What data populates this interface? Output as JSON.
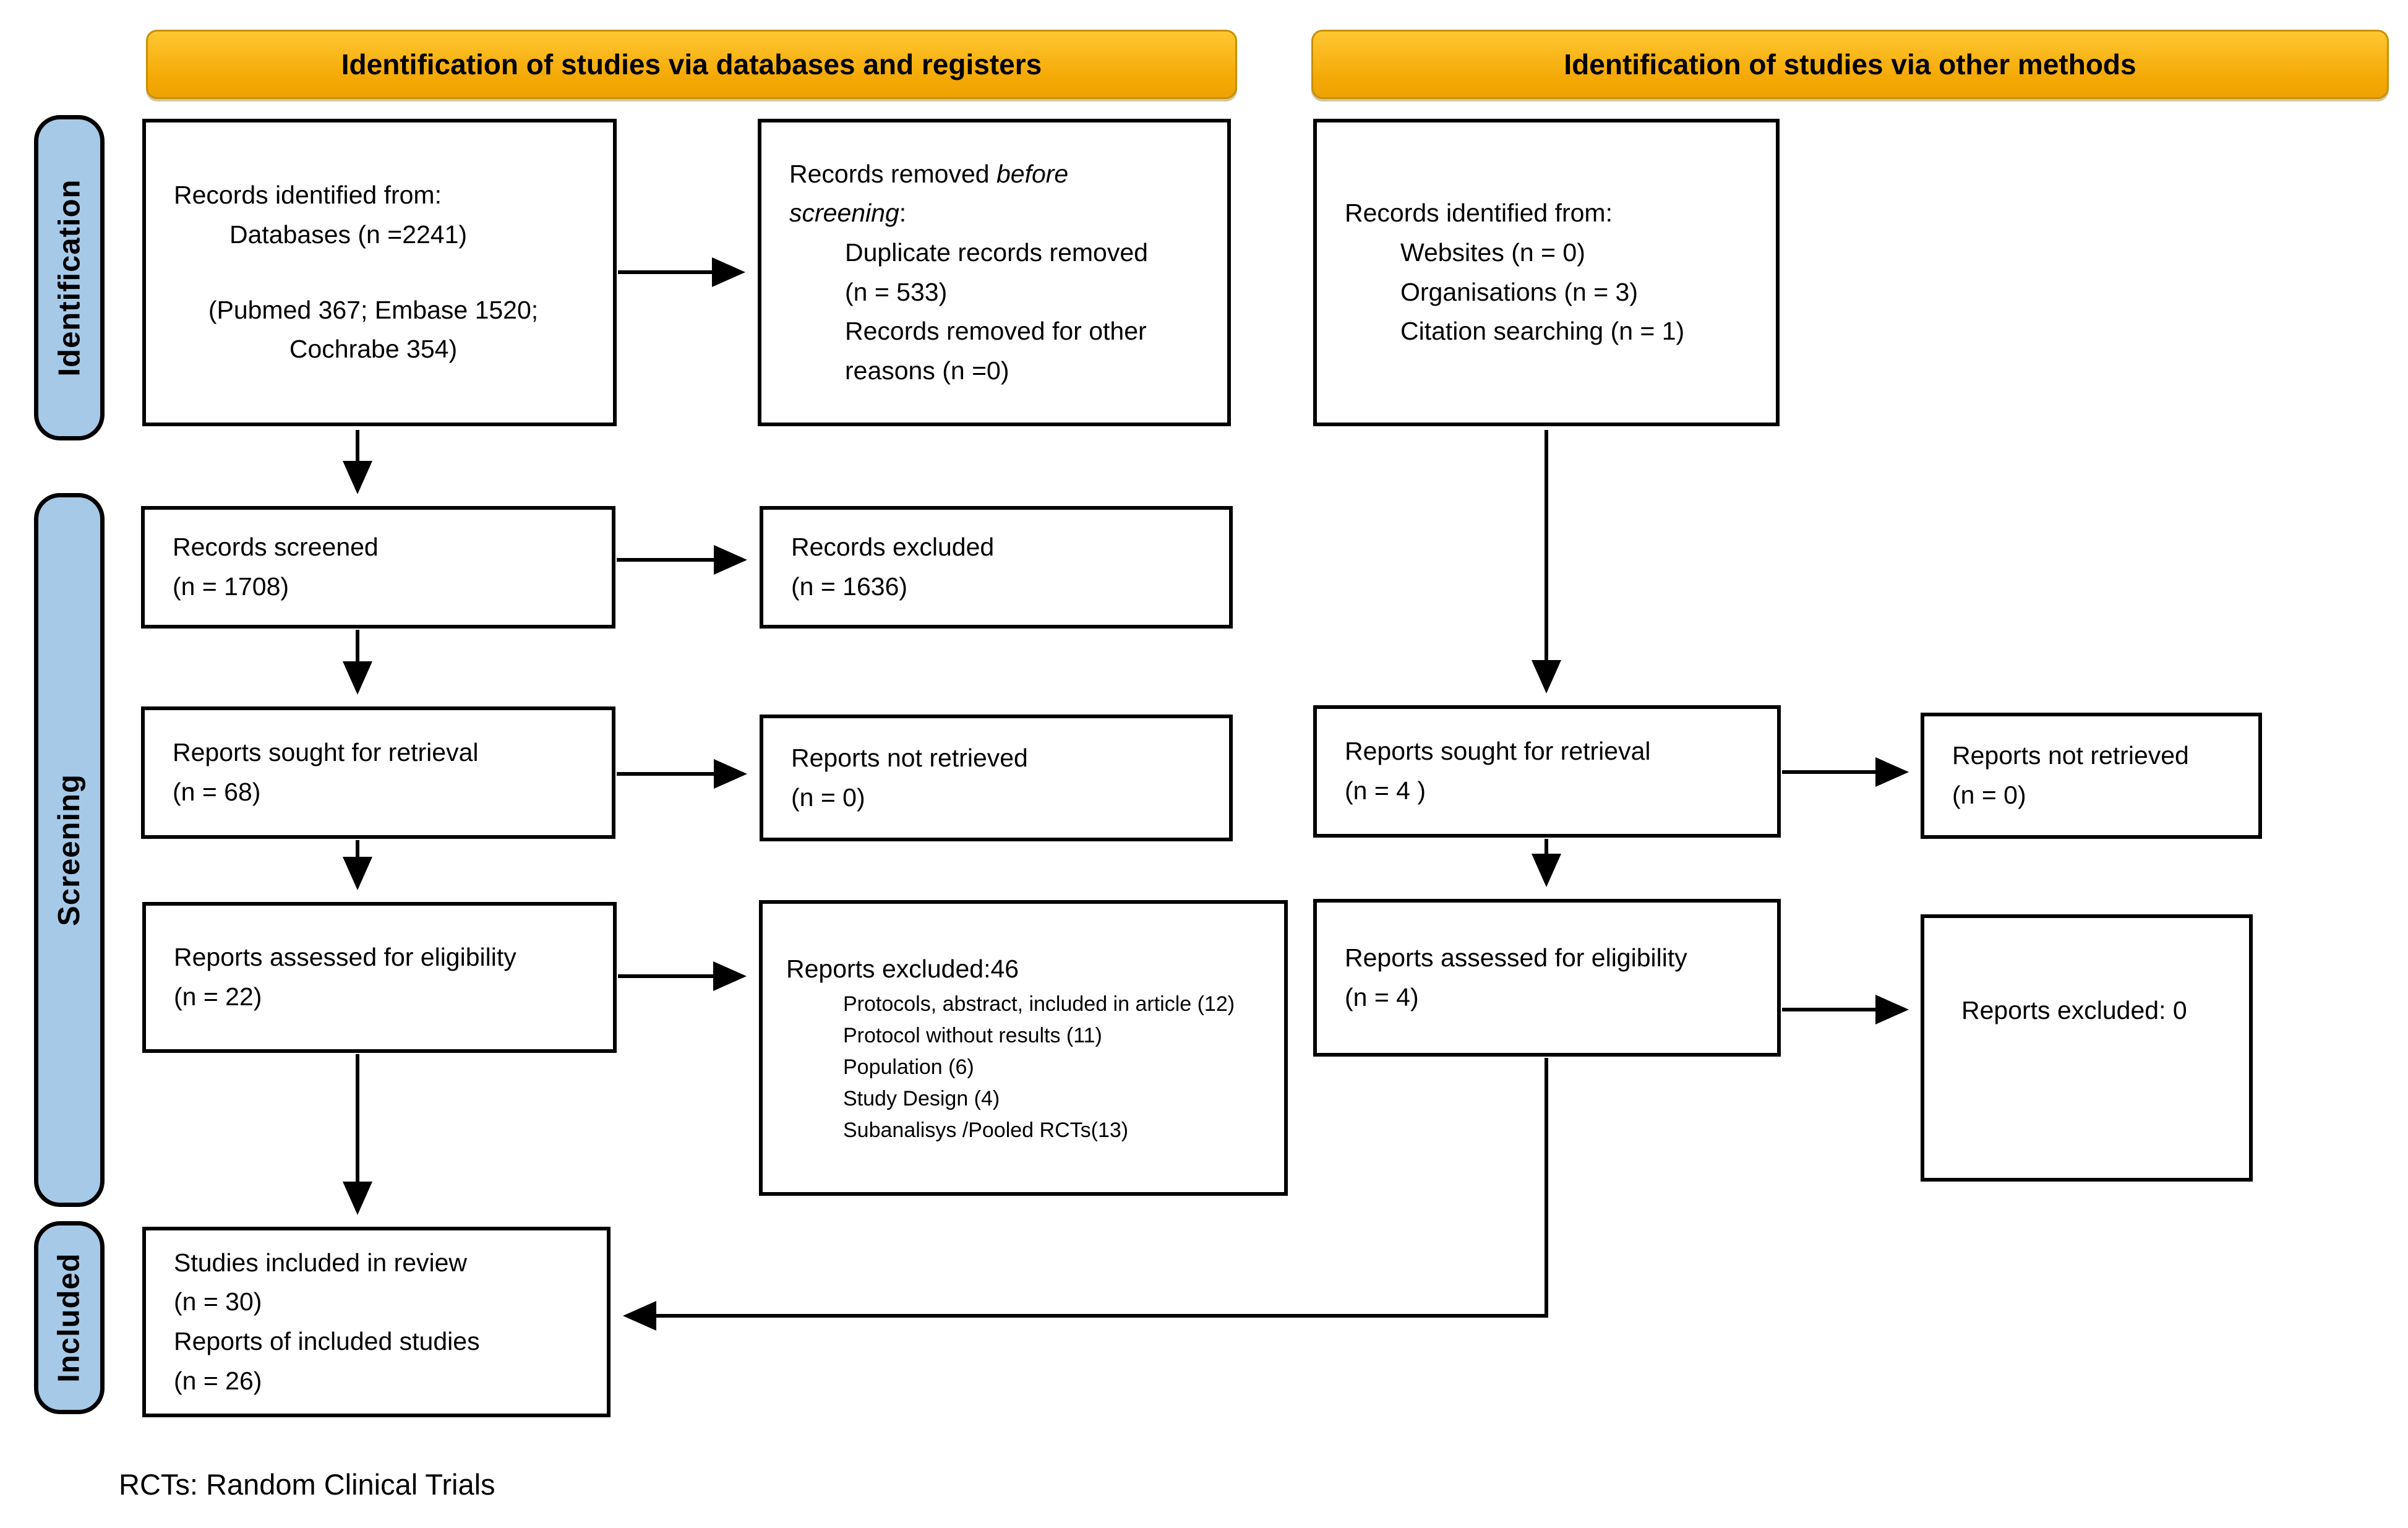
{
  "figure": {
    "banners": {
      "left": "Identification of studies via databases and registers",
      "right": "Identification of studies via other methods"
    },
    "stages": {
      "identification": "Identification",
      "screening": "Screening",
      "included": "Included"
    },
    "note": "RCTs: Random Clinical Trials",
    "colors": {
      "banner_fill": "#F4A905",
      "stage_fill": "#A6C9E8",
      "box_border": "#000000",
      "background": "#FFFFFF"
    }
  },
  "boxes": {
    "db_identified": {
      "l1": "Records identified from:",
      "l2": "Databases (n =2241)",
      "l3": "(Pubmed 367; Embase 1520;",
      "l4": "Cochrabe 354)"
    },
    "removed_before": {
      "l1_text": "Records removed",
      "l1_italic": "before",
      "l2_italic": "screening",
      "l2_suffix": ":",
      "r1a": "Duplicate records removed",
      "r1b": "(n = 533)",
      "r2a": "Records removed for other",
      "r2b": "reasons (n =0)"
    },
    "other_identified": {
      "l1": "Records identified from:",
      "l2": "Websites (n = 0)",
      "l3": "Organisations (n = 3)",
      "l4": "Citation searching (n = 1)"
    },
    "screened": {
      "l1": "Records screened",
      "l2": "(n = 1708)"
    },
    "records_excluded": {
      "l1": "Records excluded",
      "l2": "(n = 1636)"
    },
    "sought_db": {
      "l1": "Reports sought for retrieval",
      "l2": "(n = 68)"
    },
    "not_retrieved_db": {
      "l1": "Reports not retrieved",
      "l2": "(n = 0)"
    },
    "assessed_db": {
      "l1": "Reports assessed for eligibility",
      "l2": "(n = 22)"
    },
    "reports_excluded_db": {
      "title": "Reports excluded:46",
      "reasons": [
        "Protocols, abstract, included in article (12)",
        "Protocol without results (11)",
        "Population (6)",
        "Study Design (4)",
        "Subanalisys /Pooled RCTs(13)"
      ]
    },
    "sought_other": {
      "l1": "Reports sought for retrieval",
      "l2": "(n = 4 )"
    },
    "not_retrieved_other": {
      "l1": "Reports not retrieved",
      "l2": "(n = 0)"
    },
    "assessed_other": {
      "l1": "Reports assessed for eligibility",
      "l2": "(n =  4)"
    },
    "reports_excluded_other": {
      "l1": "Reports excluded: 0"
    },
    "included": {
      "l1": "Studies included in review",
      "l2": "(n = 30)",
      "l3": "Reports of included studies",
      "l4": "(n = 26)"
    }
  }
}
